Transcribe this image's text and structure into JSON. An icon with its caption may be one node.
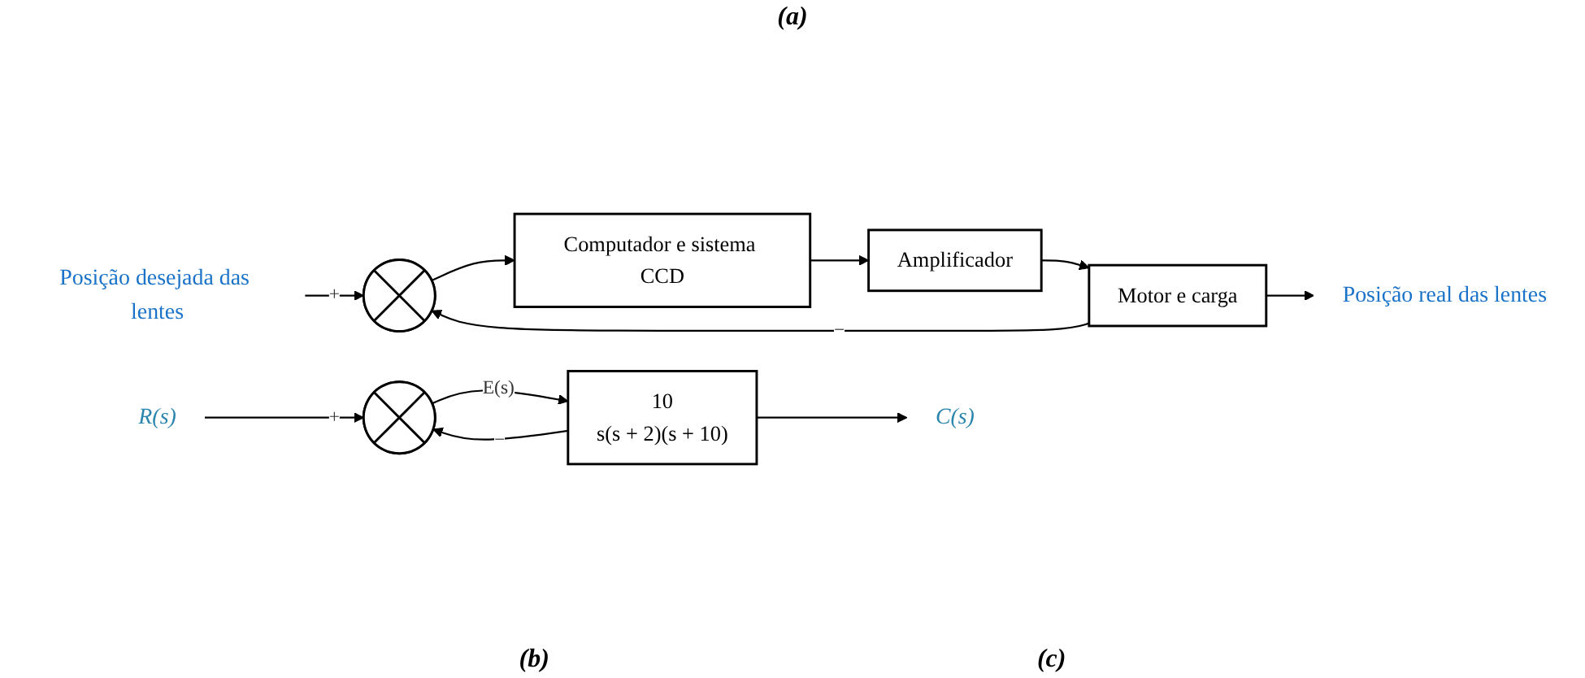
{
  "diagram": {
    "nodes": [
      {
        "text": [
          "Posição desejada das lentes"
        ]
      },
      {
        "text": [],
        "shape": "circle"
      },
      {
        "text": [
          "Computador e sistema CCD"
        ]
      },
      {
        "text": [
          "Amplificador"
        ]
      },
      {
        "text": [
          "Motor e carga"
        ]
      },
      {
        "text": [
          "Posição real das lentes"
        ]
      },
      {
        "text": [
          "R(s)"
        ]
      },
      {
        "text": [],
        "shape": "circle"
      },
      {
        "text": [
          "10",
          "s(s + 2)(s + 10)"
        ]
      },
      {
        "text": [
          "C(s)"
        ]
      }
    ],
    "edges": [
      {
        "from": 0,
        "to": 1,
        "arrow": "to",
        "label": "+"
      },
      {
        "from": 1,
        "to": 2,
        "arrow": "to"
      },
      {
        "from": 2,
        "to": 3,
        "arrow": "to"
      },
      {
        "from": 3,
        "to": 4,
        "arrow": "to"
      },
      {
        "from": 4,
        "to": 5,
        "arrow": "to"
      },
      {
        "from": 4,
        "to": 1,
        "arrow": "to",
        "label": "−"
      },
      {
        "from": 6,
        "to": 7,
        "arrow": "to",
        "label": "+"
      },
      {
        "from": 7,
        "to": 8,
        "arrow": "to",
        "label": "E(s)"
      },
      {
        "from": 8,
        "to": 9,
        "arrow": "to"
      },
      {
        "from": 8,
        "to": 7,
        "arrow": "to",
        "label": "−"
      }
    ],
    "labels": [
      "(a)",
      "(b)",
      "(c)"
    ]
  }
}
